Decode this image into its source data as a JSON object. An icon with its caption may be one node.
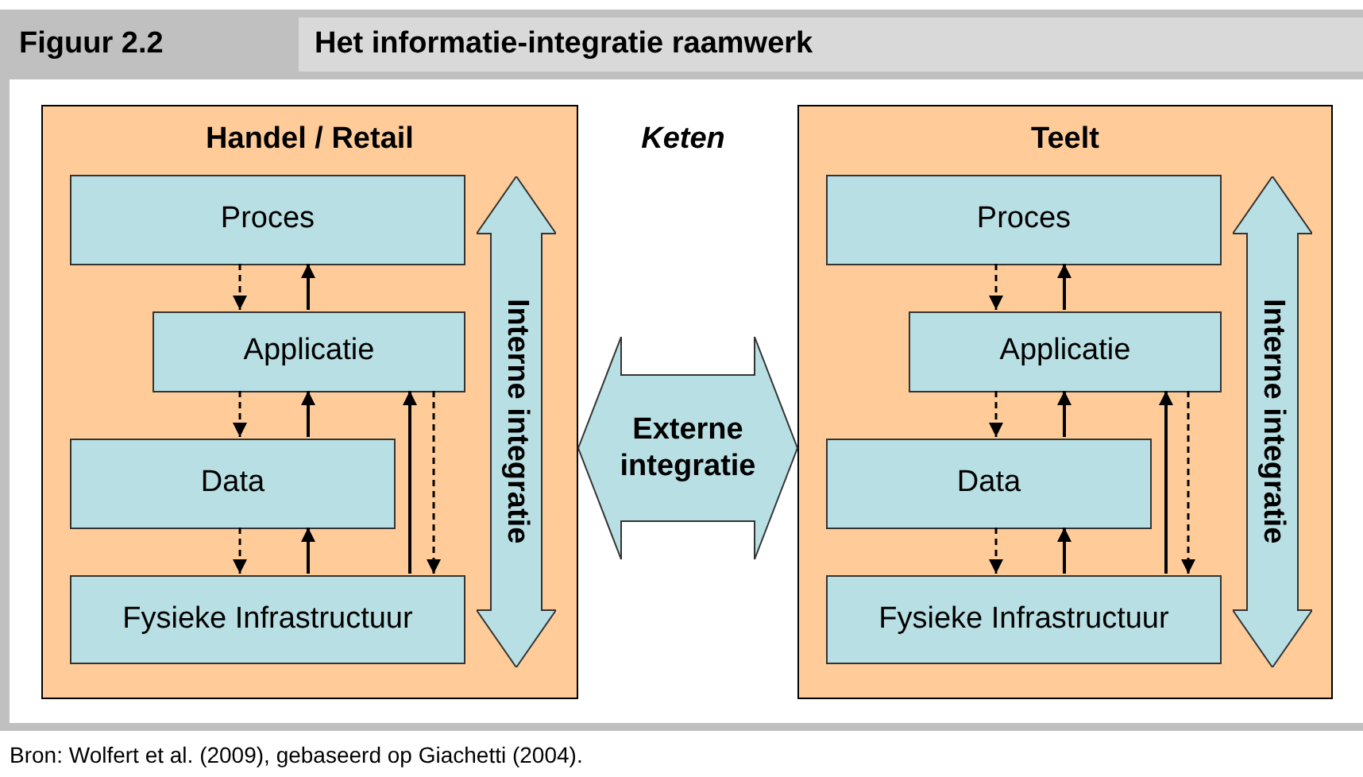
{
  "diagram": {
    "title": "Het informatie-integratie raamwerk",
    "caption": "Bron: Wolfert et al. (2009), gebaseerd op Giachetti (2004).",
    "nodes": [
      {
        "text": [
          "Handel / Retail"
        ]
      },
      {
        "text": [
          "Proces"
        ],
        "in": 0
      },
      {
        "text": [
          "Applicatie"
        ],
        "in": 0
      },
      {
        "text": [
          "Data"
        ],
        "in": 0
      },
      {
        "text": [
          "Fysieke Infrastructuur"
        ],
        "in": 0
      },
      {
        "text": [
          "Interne integratie"
        ],
        "in": 0
      },
      {
        "text": [
          "Teelt"
        ]
      },
      {
        "text": [
          "Proces"
        ],
        "in": 6
      },
      {
        "text": [
          "Applicatie"
        ],
        "in": 6
      },
      {
        "text": [
          "Data"
        ],
        "in": 6
      },
      {
        "text": [
          "Fysieke Infrastructuur"
        ],
        "in": 6
      },
      {
        "text": [
          "Interne integratie"
        ],
        "in": 6
      }
    ],
    "edges": [
      {
        "from": 1,
        "to": 2,
        "arrow": "to",
        "style": "dashed"
      },
      {
        "from": 2,
        "to": 1,
        "arrow": "to"
      },
      {
        "from": 2,
        "to": 3,
        "arrow": "to",
        "style": "dashed"
      },
      {
        "from": 3,
        "to": 2,
        "arrow": "to"
      },
      {
        "from": 3,
        "to": 4,
        "arrow": "to",
        "style": "dashed"
      },
      {
        "from": 4,
        "to": 3,
        "arrow": "to"
      },
      {
        "from": 4,
        "to": 2,
        "arrow": "to"
      },
      {
        "from": 2,
        "to": 4,
        "arrow": "to",
        "style": "dashed"
      },
      {
        "from": 7,
        "to": 8,
        "arrow": "to",
        "style": "dashed"
      },
      {
        "from": 8,
        "to": 7,
        "arrow": "to"
      },
      {
        "from": 8,
        "to": 9,
        "arrow": "to",
        "style": "dashed"
      },
      {
        "from": 9,
        "to": 8,
        "arrow": "to"
      },
      {
        "from": 9,
        "to": 10,
        "arrow": "to",
        "style": "dashed"
      },
      {
        "from": 10,
        "to": 9,
        "arrow": "to"
      },
      {
        "from": 10,
        "to": 8,
        "arrow": "to"
      },
      {
        "from": 8,
        "to": 10,
        "arrow": "to",
        "style": "dashed"
      },
      {
        "from": 0,
        "to": 6,
        "arrow": "both",
        "style": "thick",
        "label": "Externe integratie"
      }
    ],
    "labels": [
      "Figuur 2.2",
      "Keten"
    ]
  }
}
